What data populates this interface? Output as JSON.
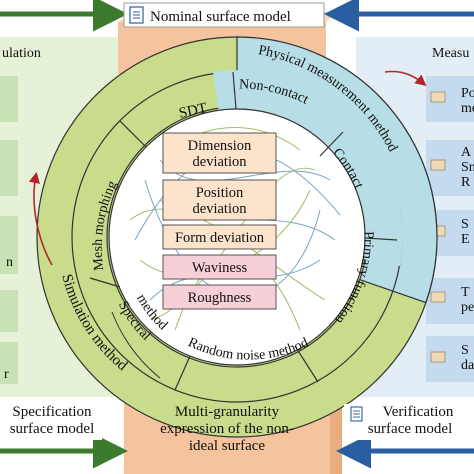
{
  "title_box": {
    "label": "Nominal surface model"
  },
  "bottom_left_label": [
    "Specification",
    "surface model"
  ],
  "bottom_center_label": [
    "Multi-granularity",
    "expression of the non-",
    "ideal surface"
  ],
  "bottom_right_label": [
    "Verification",
    "surface model"
  ],
  "left_panel": {
    "title": "ulation"
  },
  "right_panel": {
    "title": "Measu",
    "items": [
      [
        "Po",
        "me"
      ],
      [
        "A",
        "Sn",
        "R"
      ],
      [
        "S",
        "E"
      ],
      [
        "T",
        "pe"
      ],
      [
        "S",
        "da"
      ]
    ]
  },
  "left_partial_labels": [
    "n",
    "r"
  ],
  "outer_ring": {
    "physical_method": "Physical measurement method",
    "simulation_method": "Simulation method"
  },
  "middle_ring": {
    "sdt": "SDT",
    "non_contact": "Non-contact",
    "contact": "Contact",
    "primary_function": "Primary function",
    "random_noise": "Random noise method",
    "spectral": "Spectral method",
    "mesh_morphing": "Mesh morphing"
  },
  "center_boxes": [
    {
      "lines": [
        "Dimension",
        "deviation"
      ],
      "color": "#fbe3cc"
    },
    {
      "lines": [
        "Position",
        "deviation"
      ],
      "color": "#fbe3cc"
    },
    {
      "lines": [
        "Form deviation"
      ],
      "color": "#fbe3cc"
    },
    {
      "lines": [
        "Waviness"
      ],
      "color": "#f7cfd6"
    },
    {
      "lines": [
        "Roughness"
      ],
      "color": "#f7cfd6"
    }
  ],
  "colors": {
    "ring_green": "#c9dc8c",
    "ring_blue": "#b7dde6",
    "panel_green": "#e6f2d8",
    "panel_blue": "#e2edf6",
    "pillar_orange": "#f5c49e",
    "arrow_green": "#3c7a2e",
    "arrow_blue": "#2b5ea0"
  }
}
